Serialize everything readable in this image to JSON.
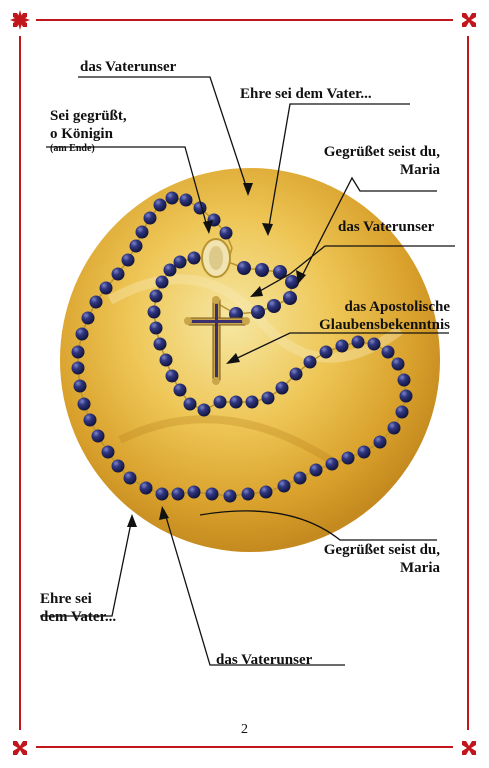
{
  "frame": {
    "color": "#c0161c"
  },
  "labels": {
    "vaterunser_top": "das Vaterunser",
    "ehre_top": "Ehre sei dem Vater...",
    "salve_line1": "Sei gegrüßt,",
    "salve_line2": "o Königin",
    "salve_note": "(am Ende)",
    "ave_top_line1": "Gegrüßet seist du,",
    "ave_top_line2": "Maria",
    "vaterunser_mid": "das Vaterunser",
    "credo_line1": "das Apostolische",
    "credo_line2": "Glaubensbekenntnis",
    "ave_bottom_line1": "Gegrüßet seist du,",
    "ave_bottom_line2": "Maria",
    "ehre_bottom_line1": "Ehre sei",
    "ehre_bottom_line2": "dem Vater...",
    "vaterunser_bottom": "das Vaterunser"
  },
  "page_number": "2",
  "colors": {
    "cloth": "#e8b83a",
    "bead": "#2a2f6e",
    "pointer": "#111111"
  }
}
